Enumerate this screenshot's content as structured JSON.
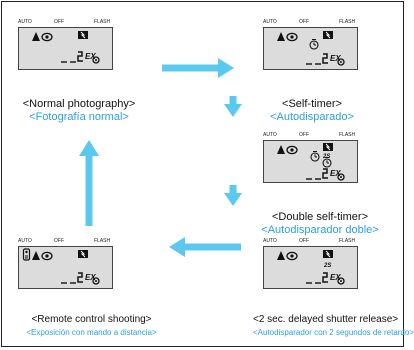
{
  "modes": {
    "auto": "AUTO",
    "off": "OFF",
    "flash": "FLASH"
  },
  "lcd_glyphs": {
    "counter": "EX",
    "delay_2s": "2S"
  },
  "panels": {
    "normal": {
      "en": "<Normal photography>",
      "es": "<Fotografía normal>"
    },
    "self": {
      "en": "<Self-timer>",
      "es": "<Autodisparado>"
    },
    "double": {
      "en": "<Double self-timer>",
      "es": "<Autodisparador doble>"
    },
    "delay2": {
      "en": "<2 sec. delayed shutter release>",
      "es": "<Autodisparador con 2 segundos de retardo>"
    },
    "remote": {
      "en": "<Remote control shooting>",
      "es": "<Exposición con mando a distancia>"
    }
  },
  "colors": {
    "accent": "#5bc8ef",
    "spanish_text": "#2aa0e0",
    "lcd_bg": "#dcdcdc"
  }
}
